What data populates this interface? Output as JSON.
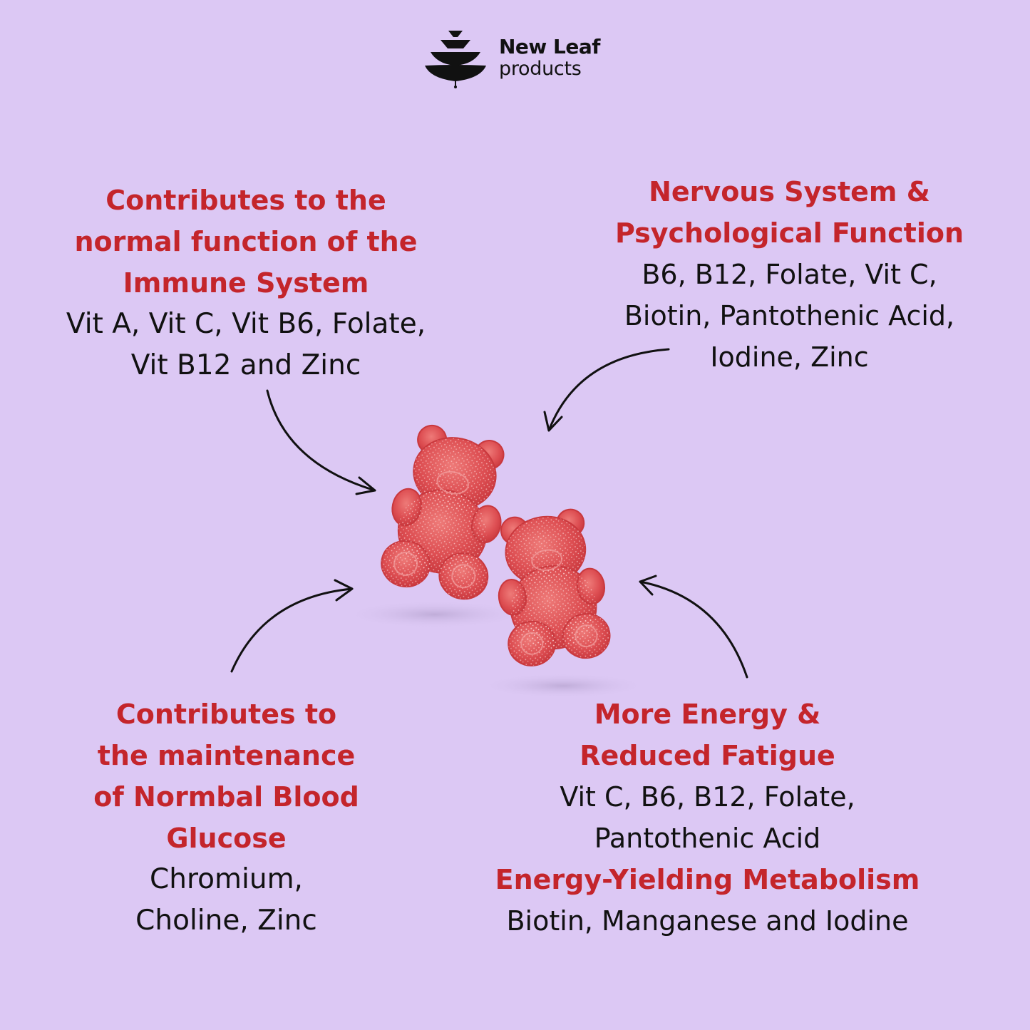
{
  "brand": {
    "name": "New Leaf",
    "sub": "products"
  },
  "colors": {
    "background": "#dcc8f4",
    "heading": "#c4252b",
    "body": "#111111",
    "gummy": "#d9444a"
  },
  "blocks": {
    "immune": {
      "heading": [
        "Contributes to the",
        "normal function of the",
        "Immune System"
      ],
      "body": [
        "Vit A, Vit C, Vit B6, Folate,",
        "Vit B12 and Zinc"
      ]
    },
    "nervous": {
      "heading": [
        "Nervous System &",
        "Psychological Function"
      ],
      "body": [
        "B6, B12, Folate, Vit C,",
        "Biotin, Pantothenic Acid,",
        "Iodine, Zinc"
      ]
    },
    "glucose": {
      "heading": [
        "Contributes to",
        "the maintenance",
        "of Normbal Blood",
        "Glucose"
      ],
      "body": [
        "Chromium,",
        "Choline, Zinc"
      ]
    },
    "energy": {
      "heading": [
        "More Energy &",
        "Reduced Fatigue"
      ],
      "body": [
        "Vit C, B6, B12, Folate,",
        "Pantothenic Acid"
      ],
      "heading2": [
        "Energy-Yielding Metabolism"
      ],
      "body2": [
        "Biotin, Manganese and Iodine"
      ]
    }
  },
  "image": {
    "subject_icon": "gummy-bear-icon",
    "arrow_icon": "curved-arrow-icon"
  }
}
